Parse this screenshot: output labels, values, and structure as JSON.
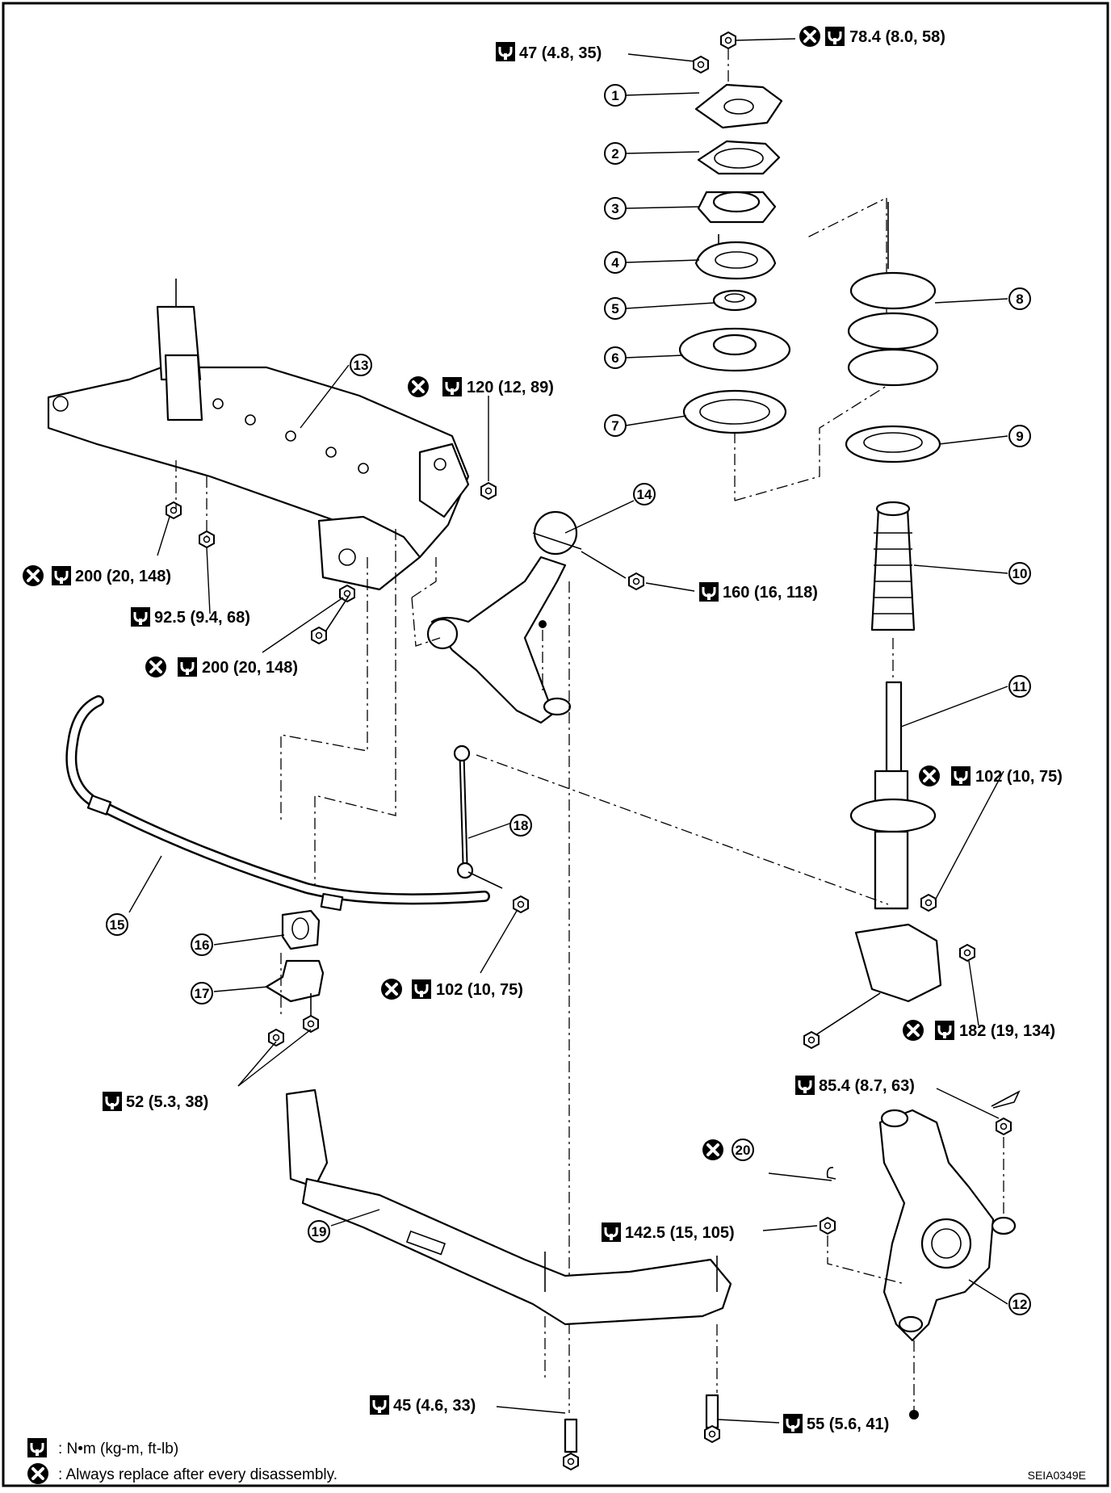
{
  "torque_labels": {
    "t_strut_top_nut": "78.4 (8.0, 58)",
    "t_mount_nut": "47 (4.8, 35)",
    "t_crossmember_bolt_upper": "120 (12, 89)",
    "t_crossmember_nut_left": "200 (20, 148)",
    "t_crossmember_nut_mid": "92.5 (9.4, 68)",
    "t_crossmember_bolt_lower": "200 (20, 148)",
    "t_lower_arm_bolt": "160 (16, 118)",
    "t_strut_link_nut": "102 (10, 75)",
    "t_link_lower_nut": "102 (10, 75)",
    "t_strut_knuckle": "182 (19, 134)",
    "t_stabilizer_clamp": "52 (5.3, 38)",
    "t_knuckle_nut": "85.4 (8.7, 63)",
    "t_balljoint_nut": "142.5 (15, 105)",
    "t_member_bolt_left": "45 (4.6, 33)",
    "t_member_bolt_right": "55 (5.6, 41)"
  },
  "callouts": [
    "1",
    "2",
    "3",
    "4",
    "5",
    "6",
    "7",
    "8",
    "9",
    "10",
    "11",
    "12",
    "13",
    "14",
    "15",
    "16",
    "17",
    "18",
    "19",
    "20"
  ],
  "legend": {
    "torque_unit": ": N•m (kg-m, ft-lb)",
    "replace_note": ": Always replace after every disassembly."
  },
  "figure_code": "SEIA0349E",
  "icons": {
    "torque": "torque-wrench-icon",
    "replace": "replace-cross-icon"
  }
}
